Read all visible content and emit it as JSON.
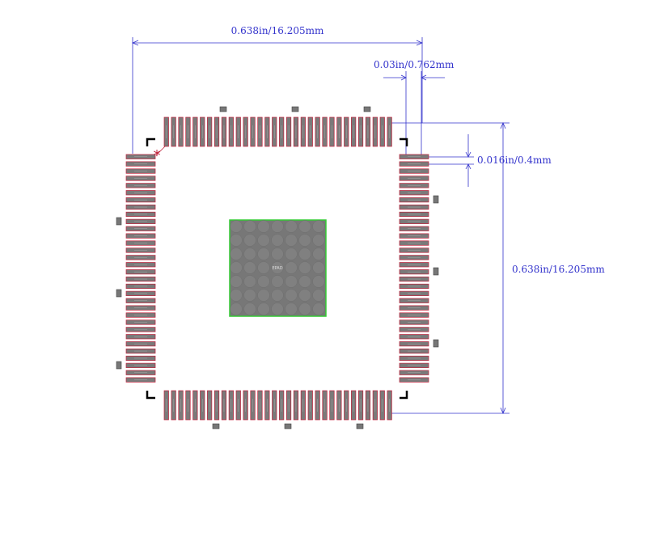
{
  "dimensions": {
    "top_width": "0.638in/16.205mm",
    "pin_width": "0.03in/0.762mm",
    "pitch": "0.016in/0.4mm",
    "right_height": "0.638in/16.205mm"
  },
  "package": {
    "pins_per_side": 32,
    "pin1_marker": "*",
    "thermal_pad_label": "EPAD"
  },
  "colors": {
    "dimension_line": "#3333cc",
    "pad_fill": "#7a7a7a",
    "pad_outline": "#c0203a",
    "silkscreen": "#000000",
    "thermal_pad_outline": "#33cc33",
    "pin1_marker": "#c0203a"
  }
}
